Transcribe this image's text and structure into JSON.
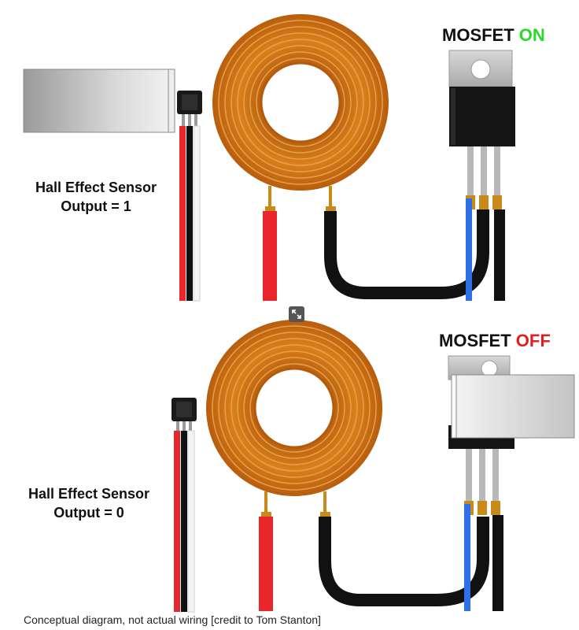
{
  "panels": [
    {
      "sensor_line1": "Hall Effect Sensor",
      "sensor_line2": "Output = 1",
      "mosfet_prefix": "MOSFET",
      "mosfet_state": "ON",
      "state_color": "#2bd92b"
    },
    {
      "sensor_line1": "Hall Effect Sensor",
      "sensor_line2": "Output = 0",
      "mosfet_prefix": "MOSFET",
      "mosfet_state": "OFF",
      "state_color": "#e02020"
    }
  ],
  "caption": "Conceptual diagram, not actual wiring [credit to Tom Stanton]",
  "colors": {
    "coil": "#c96a13",
    "wire_red": "#e8262b",
    "wire_black": "#111111",
    "wire_blue": "#2f6fe8",
    "copper_tip": "#c98a1a"
  },
  "icons": {
    "expand": "expand-icon"
  }
}
